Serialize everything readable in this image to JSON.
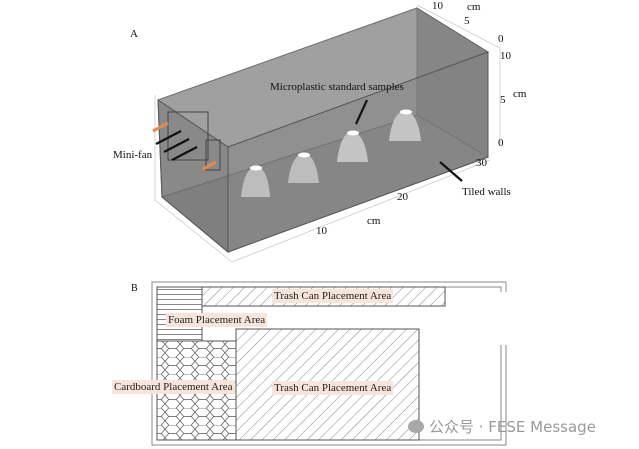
{
  "panel_a": {
    "label": "A",
    "annotations": {
      "samples": "Microplastic standard samples",
      "fan": "Mini-fan",
      "walls": "Tiled walls"
    },
    "axis_ticks": {
      "depth": [
        "10",
        "5",
        "0"
      ],
      "depth_unit": "cm",
      "height": [
        "10",
        "5",
        "0"
      ],
      "height_unit": "cm",
      "length": [
        "30",
        "20",
        "10"
      ],
      "length_unit": "cm"
    }
  },
  "panel_b": {
    "label": "B",
    "areas": {
      "trash_top": "Trash Can Placement Area",
      "foam": "Foam Placement Area",
      "cardboard": "Cardboard Placement Area",
      "trash_bottom": "Trash Can Placement Area"
    }
  },
  "watermark": "公众号 · FESE Message",
  "colors": {
    "label_bg": "#f7e4da",
    "fan_arrow": "#e8894a",
    "box": "#7a7a7a"
  }
}
